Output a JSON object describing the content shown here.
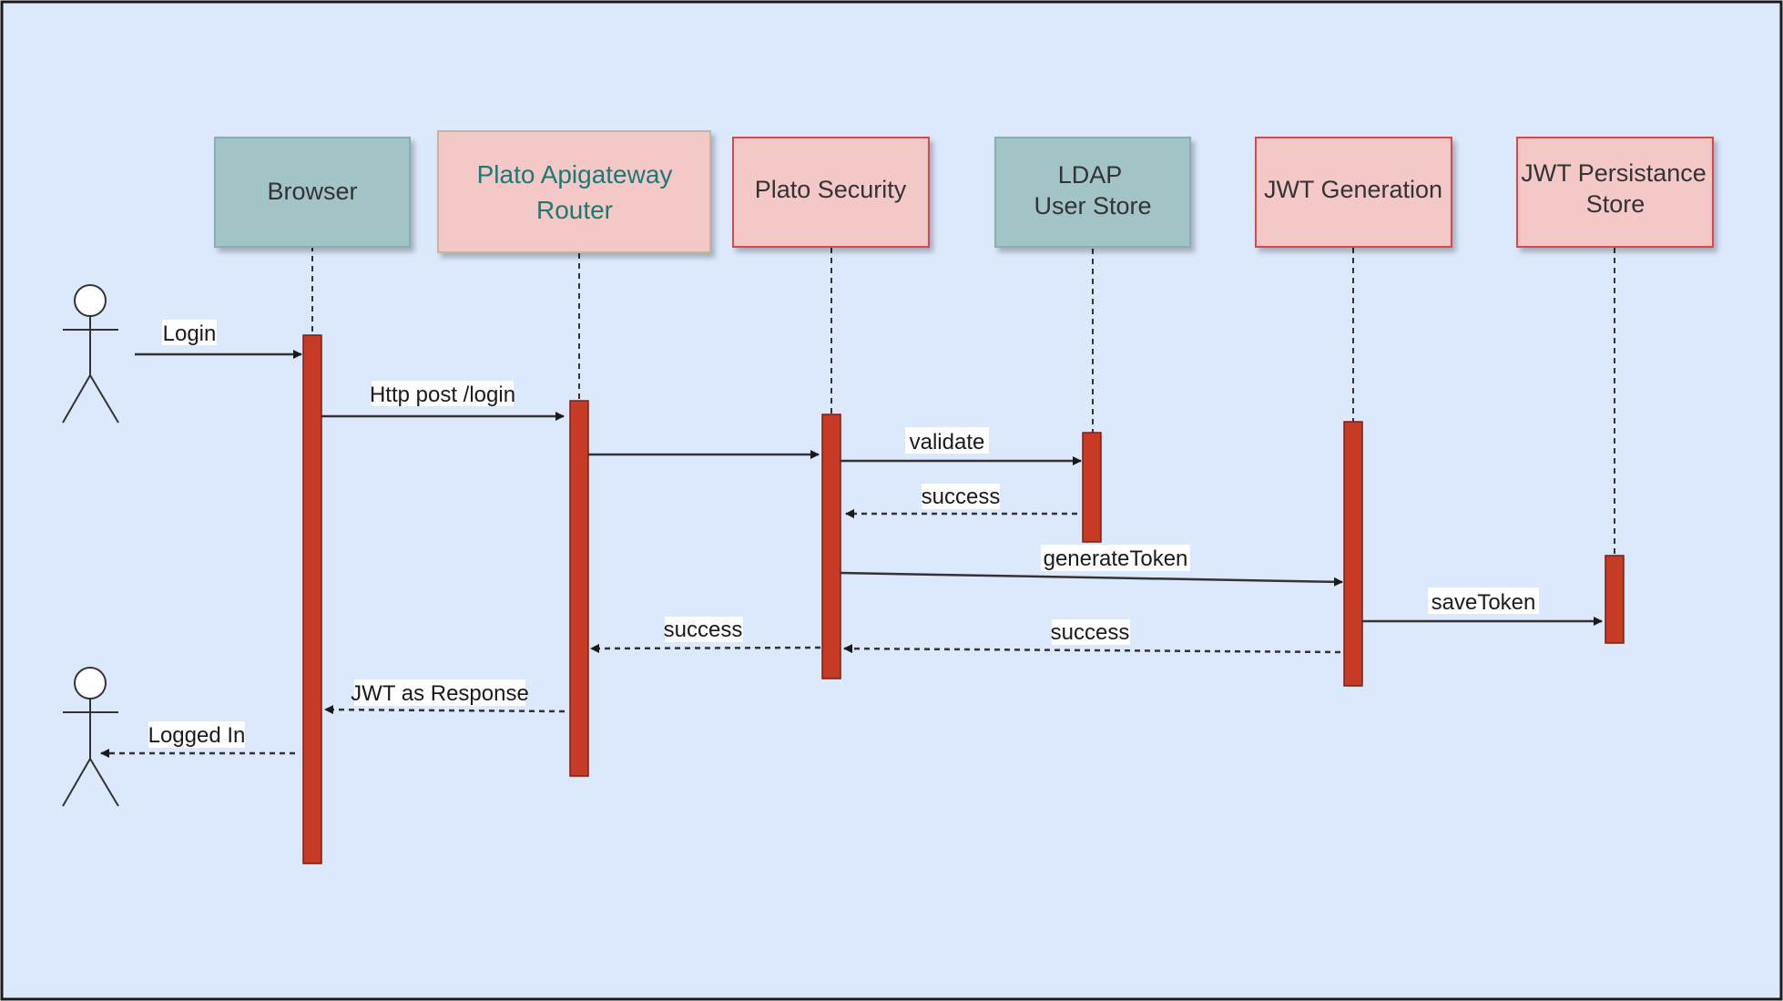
{
  "diagram": {
    "participants": [
      {
        "id": "browser",
        "label_lines": [
          "Browser"
        ],
        "fill": "#a3c4c6",
        "text_color": "#333333"
      },
      {
        "id": "gateway",
        "label_lines": [
          "Plato Apigateway",
          "Router"
        ],
        "fill": "#f5c8c8",
        "text_color": "#1a7a73"
      },
      {
        "id": "security",
        "label_lines": [
          "Plato Security"
        ],
        "fill": "#f5c8c8",
        "text_color": "#333333"
      },
      {
        "id": "ldap",
        "label_lines": [
          "LDAP",
          "User Store"
        ],
        "fill": "#a3c4c6",
        "text_color": "#333333"
      },
      {
        "id": "jwtgen",
        "label_lines": [
          "JWT Generation"
        ],
        "fill": "#f5c8c8",
        "text_color": "#333333"
      },
      {
        "id": "jwtstore",
        "label_lines": [
          "JWT Persistance",
          "Store"
        ],
        "fill": "#f5c8c8",
        "text_color": "#333333"
      }
    ],
    "messages": [
      {
        "from": "user",
        "to": "browser",
        "label": "Login",
        "style": "solid"
      },
      {
        "from": "browser",
        "to": "gateway",
        "label": "Http post /login",
        "style": "solid"
      },
      {
        "from": "gateway",
        "to": "security",
        "label": "",
        "style": "solid"
      },
      {
        "from": "security",
        "to": "ldap",
        "label": "validate",
        "style": "solid"
      },
      {
        "from": "ldap",
        "to": "security",
        "label": "success",
        "style": "dashed"
      },
      {
        "from": "security",
        "to": "jwtgen",
        "label": "generateToken",
        "style": "solid"
      },
      {
        "from": "jwtgen",
        "to": "jwtstore",
        "label": "saveToken",
        "style": "solid"
      },
      {
        "from": "jwtgen",
        "to": "security",
        "label": "success",
        "style": "dashed"
      },
      {
        "from": "security",
        "to": "gateway",
        "label": "success",
        "style": "dashed"
      },
      {
        "from": "gateway",
        "to": "browser",
        "label": "JWT as Response",
        "style": "dashed"
      },
      {
        "from": "browser",
        "to": "user",
        "label": "Logged In",
        "style": "dashed"
      }
    ],
    "colors": {
      "background": "#dce8fc",
      "activation": "#c63b25",
      "teal_box": "#a3c4c6",
      "pink_box": "#f5c8c8",
      "pink_border": "#d94a4a",
      "teal_border": "#88b0b2"
    }
  }
}
